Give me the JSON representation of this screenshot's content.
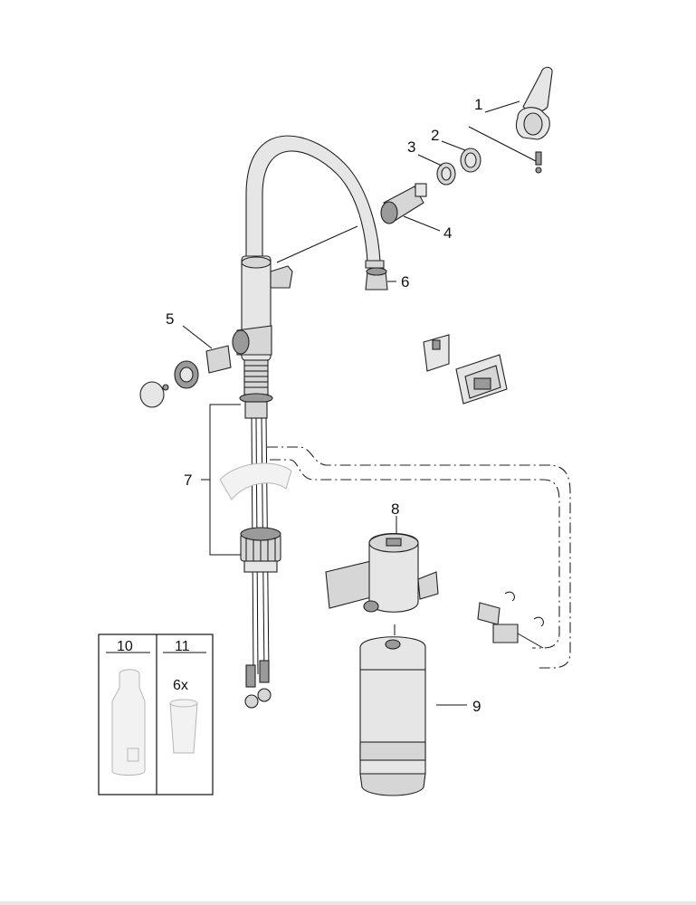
{
  "labels": {
    "l1": "1",
    "l2": "2",
    "l3": "3",
    "l4": "4",
    "l5": "5",
    "l6": "6",
    "l7": "7",
    "l8": "8",
    "l9": "9",
    "l10": "10",
    "l11": "11"
  },
  "accessory_box": {
    "qty": "6x"
  }
}
